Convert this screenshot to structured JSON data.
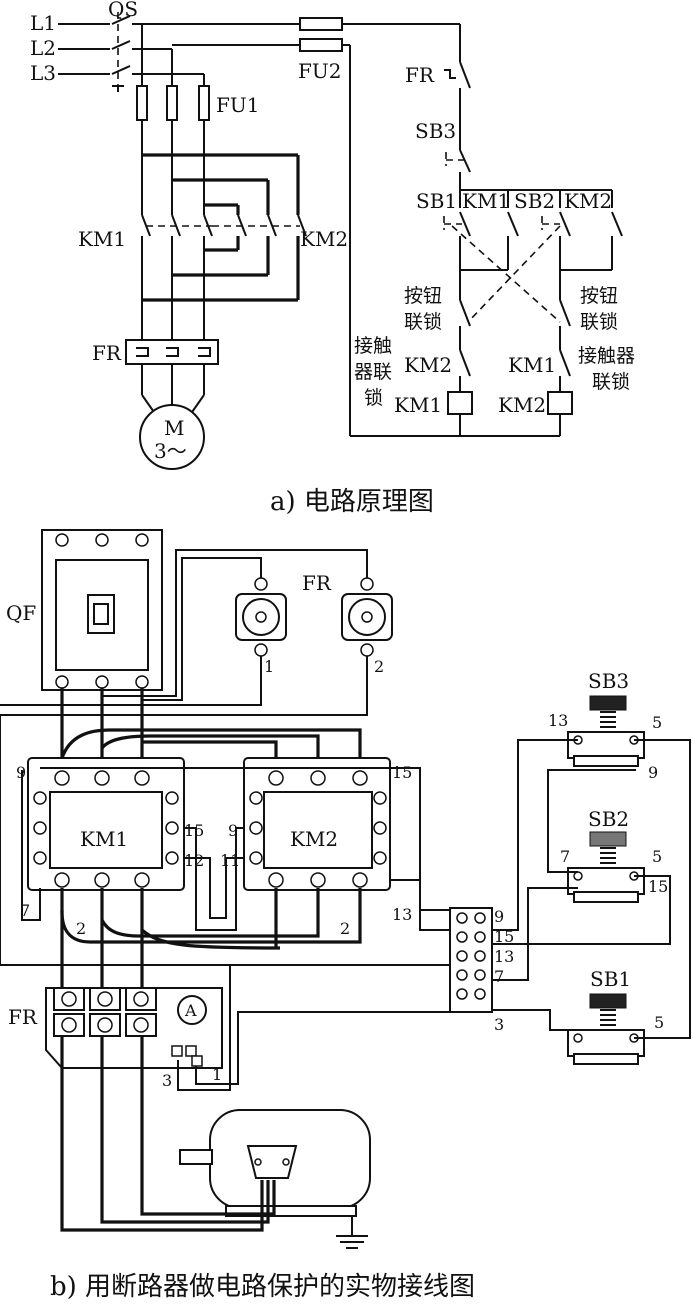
{
  "part_a": {
    "caption": "a) 电路原理图",
    "lines": [
      "L1",
      "L2",
      "L3"
    ],
    "qs": "QS",
    "fu1": "FU1",
    "fu2": "FU2",
    "km1": "KM1",
    "km2": "KM2",
    "fr": "FR",
    "motor": [
      "M",
      "3～"
    ],
    "ctrl": {
      "fr": "FR",
      "sb3": "SB3",
      "sb1": "SB1",
      "km1_aux": "KM1",
      "sb2": "SB2",
      "km2_aux": "KM2",
      "btn_lock_l": [
        "按钮",
        "联锁"
      ],
      "btn_lock_r": [
        "按钮",
        "联锁"
      ],
      "cont_lock_l": [
        "接触",
        "器联",
        "锁"
      ],
      "cont_lock_r": [
        "接触器",
        "联锁"
      ],
      "km2_nc": "KM2",
      "km1_nc": "KM1",
      "coil_l": "KM1",
      "coil_r": "KM2"
    }
  },
  "part_b": {
    "caption": "b) 用断路器做电路保护的实物接线图",
    "qf": "QF",
    "fr_top": "FR",
    "fr_term1": "1",
    "fr_term2": "2",
    "km1": "KM1",
    "km2": "KM2",
    "km1_nums": {
      "t9": "9",
      "t15": "15",
      "t12": "12",
      "t7": "7",
      "t2": "2"
    },
    "km2_nums": {
      "t15": "15",
      "t9": "9",
      "t11": "11",
      "t13": "13",
      "t2": "2"
    },
    "tb_nums": [
      "9",
      "15",
      "13",
      "7",
      "3"
    ],
    "sb3": "SB3",
    "sb3_nums": {
      "a": "13",
      "b": "5",
      "c": "9"
    },
    "sb2": "SB2",
    "sb2_nums": {
      "a": "7",
      "b": "5",
      "c": "15"
    },
    "sb1": "SB1",
    "sb1_nums": {
      "b": "5"
    },
    "fr_bottom": "FR",
    "fr_nums": {
      "a": "3",
      "b": "1"
    },
    "ammeter": "A"
  }
}
